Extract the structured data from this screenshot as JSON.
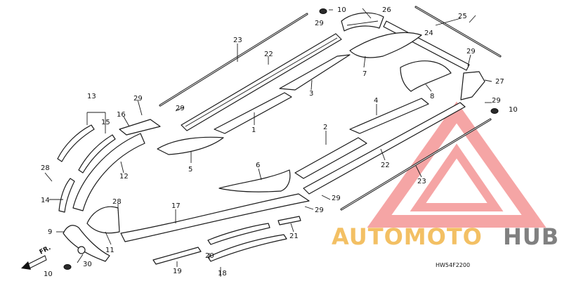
{
  "diagram_code": "HW54F2200",
  "direction_label": "FR.",
  "watermark": {
    "word_a": "AUTOMOTO",
    "word_b": "HUB",
    "color_a": "#f2b64a",
    "color_b": "#6b6b6b",
    "logo_color": "#f06b6b"
  },
  "callouts": {
    "c1": "1",
    "c2": "2",
    "c3": "3",
    "c4": "4",
    "c5": "5",
    "c6": "6",
    "c7": "7",
    "c8": "8",
    "c9": "9",
    "c10a": "10",
    "c10b": "10",
    "c10c": "10",
    "c11": "11",
    "c12": "12",
    "c13": "13",
    "c14": "14",
    "c15": "15",
    "c16": "16",
    "c17": "17",
    "c18": "18",
    "c19": "19",
    "c20": "20",
    "c21": "21",
    "c22a": "22",
    "c22b": "22",
    "c23a": "23",
    "c23b": "23",
    "c24": "24",
    "c25": "25",
    "c26": "26",
    "c27": "27",
    "c28a": "28",
    "c28b": "28",
    "c29a": "29",
    "c29b": "29",
    "c29c": "29",
    "c29d": "29",
    "c29e": "29",
    "c29f": "29",
    "c29g": "29",
    "c30": "30"
  }
}
